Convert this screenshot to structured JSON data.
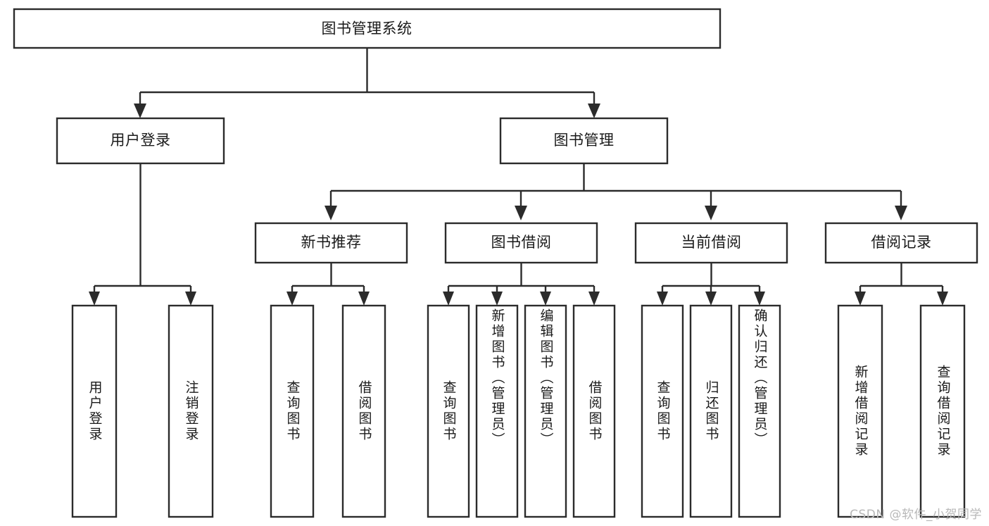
{
  "diagram": {
    "type": "tree",
    "title": "图书管理系统",
    "root": {
      "id": "root",
      "label": "图书管理系统",
      "orientation": "horizontal"
    },
    "level2": [
      {
        "id": "user-login",
        "label": "用户登录",
        "orientation": "horizontal"
      },
      {
        "id": "book-manage",
        "label": "图书管理",
        "orientation": "horizontal"
      }
    ],
    "level3": [
      {
        "id": "new-book-recommend",
        "label": "新书推荐",
        "orientation": "horizontal",
        "parent": "book-manage"
      },
      {
        "id": "book-borrow",
        "label": "图书借阅",
        "orientation": "horizontal",
        "parent": "book-manage"
      },
      {
        "id": "current-borrow",
        "label": "当前借阅",
        "orientation": "horizontal",
        "parent": "book-manage"
      },
      {
        "id": "borrow-record",
        "label": "借阅记录",
        "orientation": "horizontal",
        "parent": "book-manage"
      }
    ],
    "leaves": {
      "user_login": [
        {
          "id": "leaf-user-login",
          "label": "用户登录"
        },
        {
          "id": "leaf-logout-login",
          "label": "注销登录"
        }
      ],
      "new_book_recommend": [
        {
          "id": "leaf-query-book-1",
          "label": "查询图书"
        },
        {
          "id": "leaf-borrow-book-1",
          "label": "借阅图书"
        }
      ],
      "book_borrow": [
        {
          "id": "leaf-query-book-2",
          "label": "查询图书"
        },
        {
          "id": "leaf-add-book",
          "label": "新增图书（管理员）"
        },
        {
          "id": "leaf-edit-book",
          "label": "编辑图书（管理员）"
        },
        {
          "id": "leaf-borrow-book-2",
          "label": "借阅图书"
        }
      ],
      "current_borrow": [
        {
          "id": "leaf-query-book-3",
          "label": "查询图书"
        },
        {
          "id": "leaf-return-book",
          "label": "归还图书"
        },
        {
          "id": "leaf-confirm-return",
          "label": "确认归还（管理员）"
        }
      ],
      "borrow_record": [
        {
          "id": "leaf-add-record",
          "label": "新增借阅记录"
        },
        {
          "id": "leaf-query-record",
          "label": "查询借阅记录"
        }
      ]
    }
  },
  "watermark": {
    "text": "CSDN @软件_小贺同学"
  },
  "colors": {
    "box_stroke": "#2b2b2b",
    "box_fill": "#ffffff",
    "text": "#1a1a1a",
    "background": "#ffffff",
    "watermark": "#b8b8b8"
  }
}
